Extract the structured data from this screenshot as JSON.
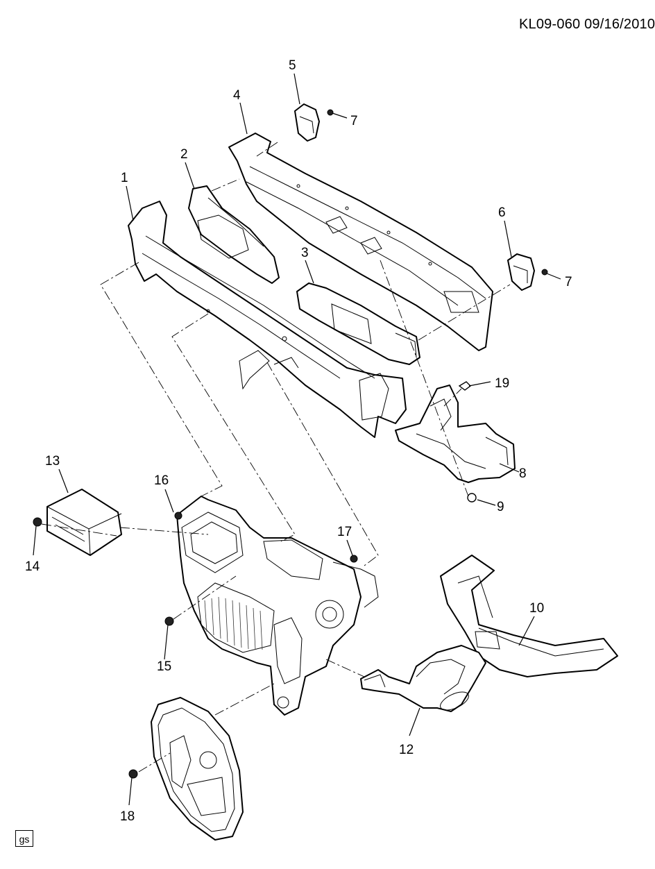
{
  "header": {
    "doc_id": "KL09-060  09/16/2010"
  },
  "footer": {
    "badge": "gs"
  },
  "callouts": {
    "c1": "1",
    "c2": "2",
    "c3": "3",
    "c4": "4",
    "c5": "5",
    "c6": "6",
    "c7a": "7",
    "c7b": "7",
    "c8": "8",
    "c9": "9",
    "c10": "10",
    "c12": "12",
    "c13": "13",
    "c14": "14",
    "c15": "15",
    "c16": "16",
    "c17": "17",
    "c18": "18",
    "c19": "19"
  }
}
